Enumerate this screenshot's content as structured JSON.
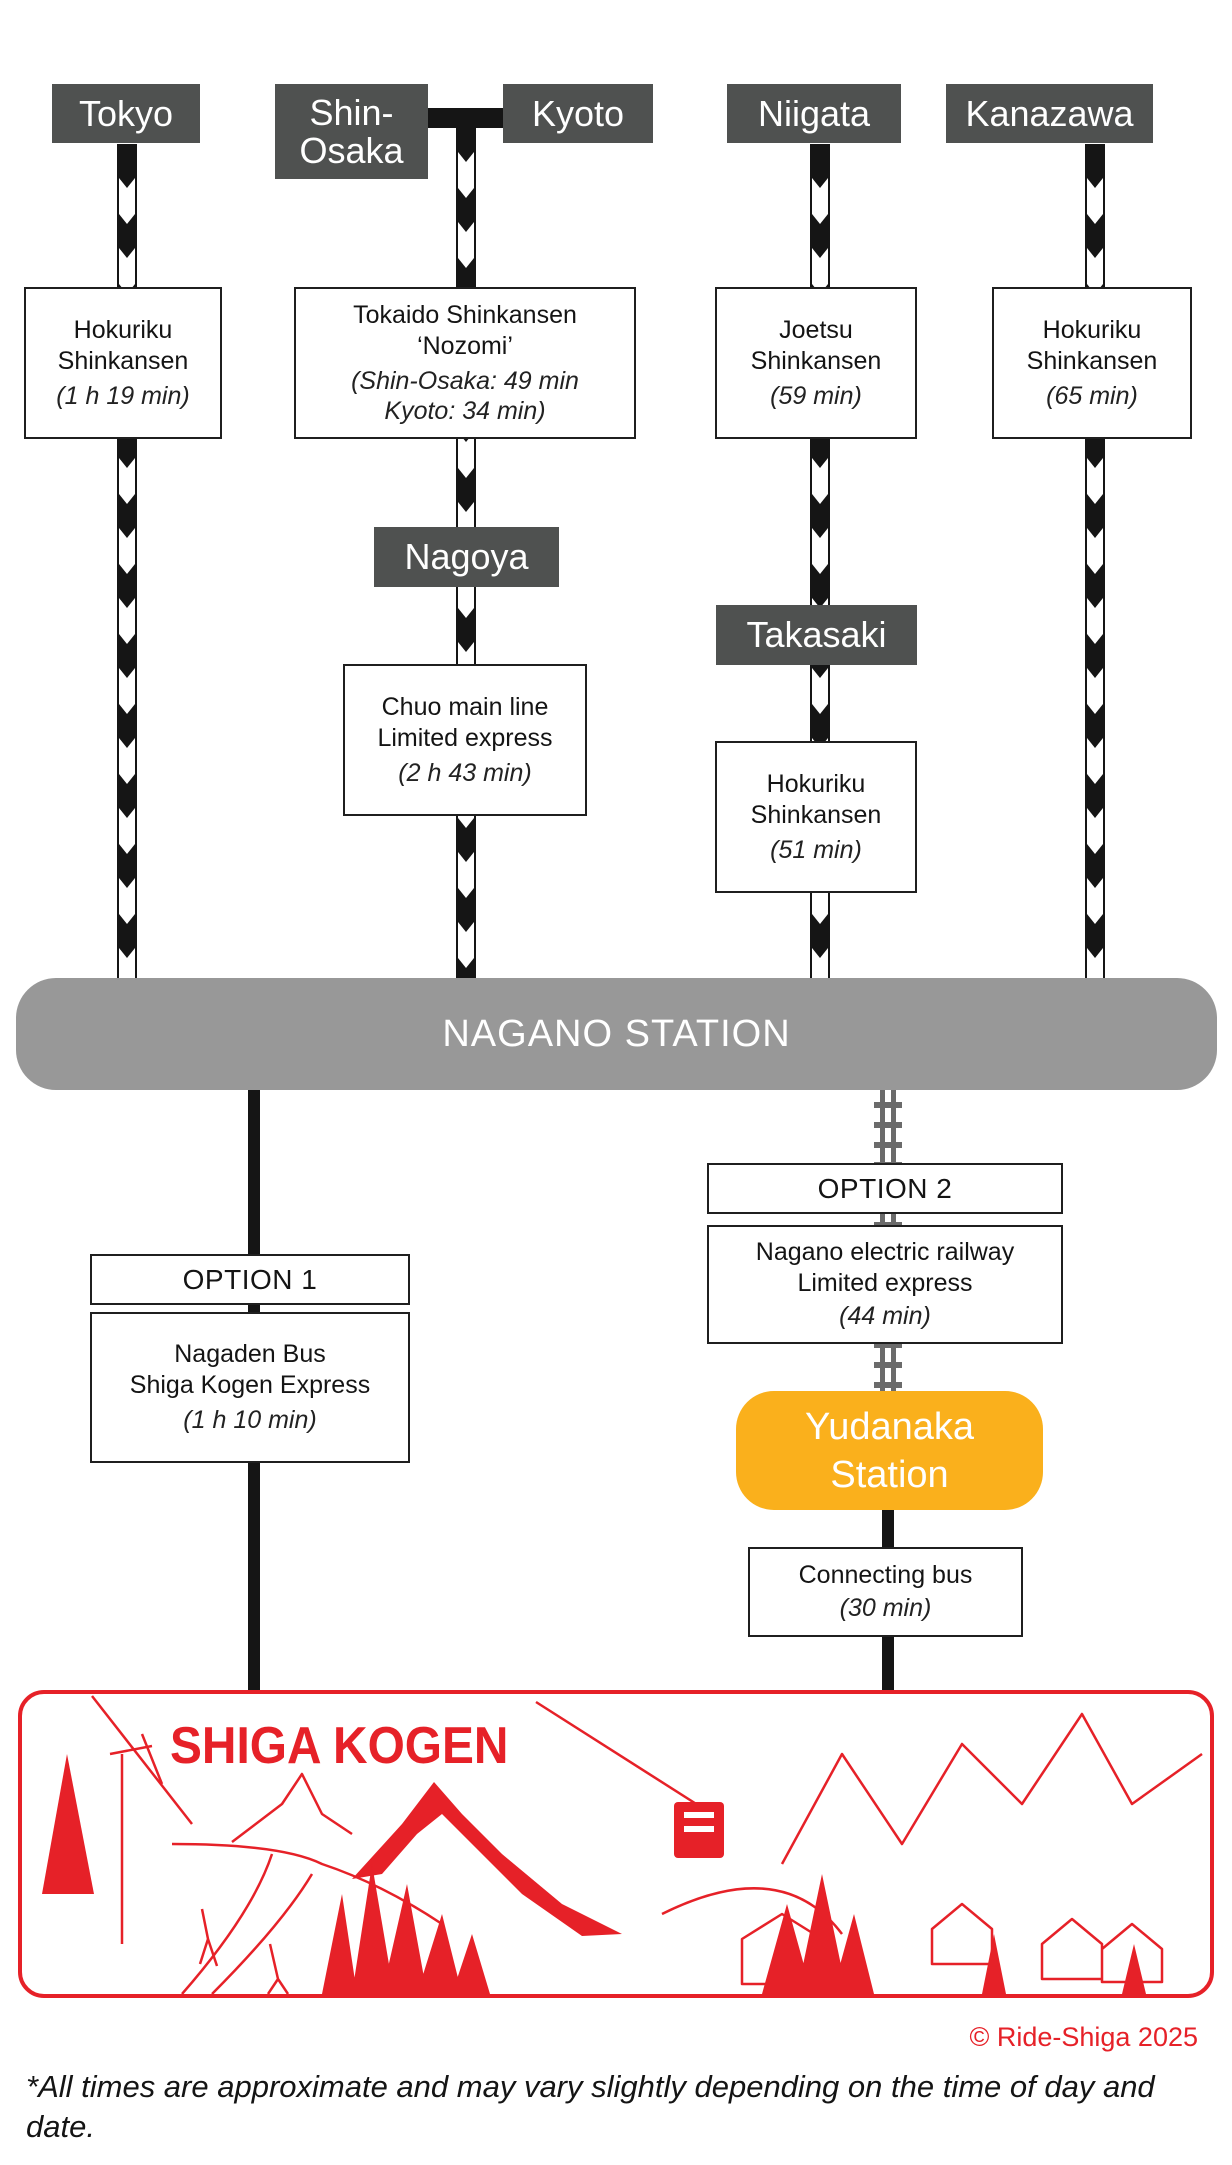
{
  "origins": {
    "tokyo": "Tokyo",
    "shin_osaka": "Shin-\nOsaka",
    "kyoto": "Kyoto",
    "niigata": "Niigata",
    "kanazawa": "Kanazawa"
  },
  "transfers": {
    "nagoya": "Nagoya",
    "takasaki": "Takasaki"
  },
  "routes": {
    "tokyo_hokuriku": {
      "name": "Hokuriku\nShinkansen",
      "time": "(1 h 19 min)"
    },
    "tokaido_nozomi": {
      "name": "Tokaido Shinkansen\n‘Nozomi’",
      "time": "(Shin-Osaka: 49 min\nKyoto: 34 min)"
    },
    "joetsu": {
      "name": "Joetsu\nShinkansen",
      "time": "(59 min)"
    },
    "kanazawa_hokuriku": {
      "name": "Hokuriku\nShinkansen",
      "time": "(65 min)"
    },
    "chuo": {
      "name": "Chuo main line\nLimited express",
      "time": "(2 h 43 min)"
    },
    "takasaki_hokuriku": {
      "name": "Hokuriku\nShinkansen",
      "time": "(51 min)"
    }
  },
  "hub": {
    "label": "NAGANO STATION"
  },
  "options": {
    "option1": {
      "label": "OPTION 1",
      "route": {
        "name": "Nagaden Bus\nShiga Kogen Express",
        "time": "(1 h 10 min)"
      }
    },
    "option2": {
      "label": "OPTION 2",
      "route": {
        "name": "Nagano electric railway\nLimited express",
        "time": "(44 min)"
      },
      "intermediate_station": "Yudanaka\nStation",
      "connection": {
        "name": "Connecting bus",
        "time": "(30 min)"
      }
    }
  },
  "destination": {
    "label": "SHIGA KOGEN",
    "illustration": "ski-resort-mountain-scene"
  },
  "footer": {
    "copyright": "© Ride-Shiga 2025",
    "disclaimer": "*All times are approximate and may vary slightly depending on the time of day and date."
  },
  "colors": {
    "station_sign": "#4f5150",
    "hub": "#989898",
    "yudanaka": "#fab01c",
    "accent_red": "#e62128",
    "line_black": "#151515",
    "local_rail": "#6b6b6b"
  }
}
